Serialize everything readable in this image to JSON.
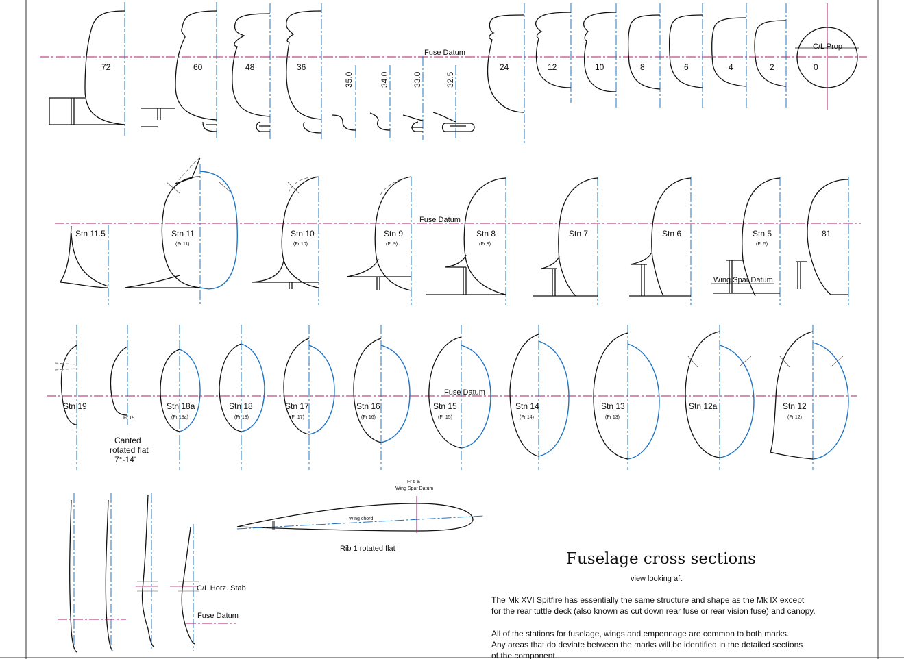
{
  "row1": {
    "stations": [
      "72",
      "60",
      "48",
      "36",
      "35.0",
      "34.0",
      "33.0",
      "32.5",
      "24",
      "12",
      "10",
      "8",
      "6",
      "4",
      "2",
      "0"
    ],
    "fuse_datum_label": "Fuse Datum",
    "prop_label": "C/L Prop"
  },
  "row2": {
    "stations": [
      {
        "label": "Stn 11.5",
        "sub": ""
      },
      {
        "label": "Stn 11",
        "sub": "(Fr 11)"
      },
      {
        "label": "Stn 10",
        "sub": "(Fr 10)"
      },
      {
        "label": "Stn 9",
        "sub": "(Fr 9)"
      },
      {
        "label": "Stn 8",
        "sub": "(Fr 8)"
      },
      {
        "label": "Stn 7",
        "sub": ""
      },
      {
        "label": "Stn 6",
        "sub": ""
      },
      {
        "label": "Stn 5",
        "sub": "(Fr 5)"
      },
      {
        "label": "81",
        "sub": ""
      }
    ],
    "fuse_datum_label": "Fuse Datum",
    "wing_spar_label": "Wing Spar Datum"
  },
  "row3": {
    "stations": [
      {
        "label": "Stn 19",
        "sub": ""
      },
      {
        "label": "",
        "sub": "Fr 19"
      },
      {
        "label": "Stn 18a",
        "sub": "(Fr 18a)"
      },
      {
        "label": "Stn 18",
        "sub": "(Fr 18)"
      },
      {
        "label": "Stn 17",
        "sub": "(Fr 17)"
      },
      {
        "label": "Stn 16",
        "sub": "(Fr 16)"
      },
      {
        "label": "Stn 15",
        "sub": "(Fr 15)"
      },
      {
        "label": "Stn 14",
        "sub": "(Fr 14)"
      },
      {
        "label": "Stn 13",
        "sub": "(Fr 13)"
      },
      {
        "label": "Stn 12a",
        "sub": ""
      },
      {
        "label": "Stn 12",
        "sub": "(Fr 12)"
      }
    ],
    "fuse_datum_label": "Fuse Datum",
    "canted_note": [
      "Canted",
      "rotated flat",
      "7°-14'"
    ]
  },
  "row4": {
    "stab_label": "C/L Horz. Stab",
    "fuse_datum_label": "Fuse Datum",
    "airfoil_top_label": [
      "Fr 5 &",
      "Wing Spar Datum"
    ],
    "wing_chord_label": "Wing chord",
    "rib_label": "Rib 1  rotated flat"
  },
  "title": {
    "heading": "Fuselage cross sections",
    "subheading": "view looking aft"
  },
  "description": [
    "The Mk XVI Spitfire has essentially the same structure and shape as the Mk IX except",
    "for the rear tuttle deck (also known as cut down rear fuse or rear vision fuse) and canopy.",
    "",
    "All of the stations for fuselage, wings and empennage are common to both marks.",
    "Any areas that do deviate between the marks will be identified in the detailed sections",
    "of the component."
  ],
  "colors": {
    "centerline": "#1f74c4",
    "datum": "#b01a6e",
    "outline": "#111111"
  }
}
